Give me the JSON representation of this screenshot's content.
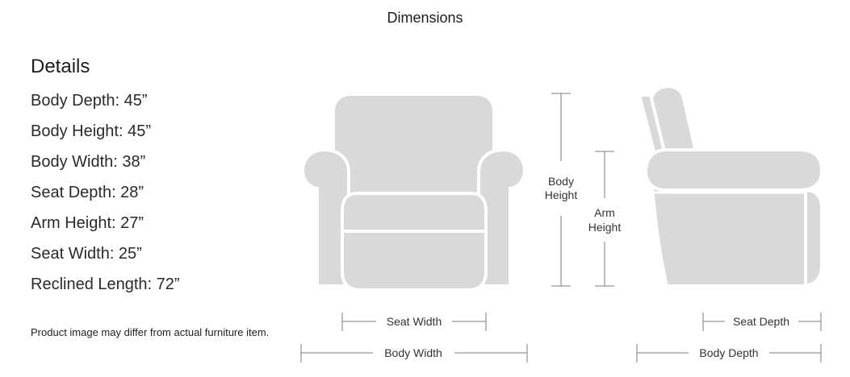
{
  "title": "Dimensions",
  "details": {
    "heading": "Details",
    "specs": [
      "Body Depth: 45”",
      "Body Height: 45”",
      "Body Width: 38”",
      "Seat Depth: 28”",
      "Arm Height: 27”",
      "Seat Width: 25”",
      "Reclined Length: 72”"
    ]
  },
  "disclaimer": "Product image may differ from actual furniture item.",
  "diagram": {
    "labels": {
      "body_height_line1": "Body",
      "body_height_line2": "Height",
      "arm_height_line1": "Arm",
      "arm_height_line2": "Height",
      "seat_width": "Seat Width",
      "body_width": "Body Width",
      "seat_depth": "Seat Depth",
      "body_depth": "Body Depth"
    },
    "colors": {
      "chair_fill": "#d9d9d9",
      "dimension_line": "#7d7d7d"
    }
  }
}
